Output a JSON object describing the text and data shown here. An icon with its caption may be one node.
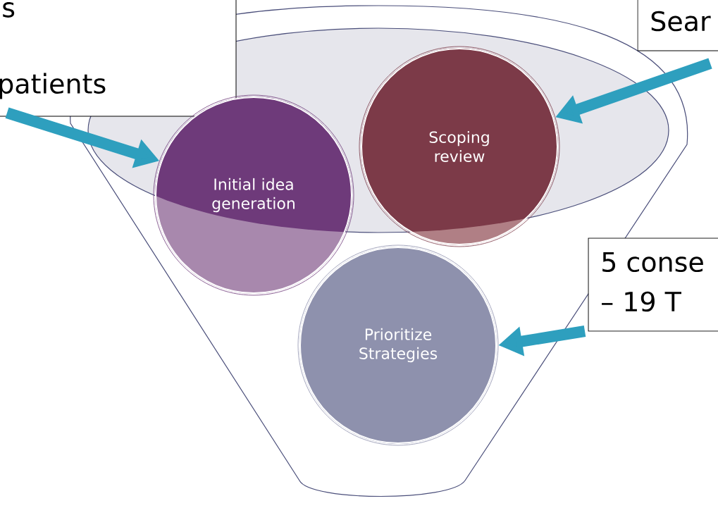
{
  "diagram": {
    "nodes": [
      {
        "text": [
          "s",
          "patients"
        ]
      },
      {
        "text": [
          "Sear"
        ]
      },
      {
        "text": [
          "5 conse",
          "– 19 T"
        ]
      },
      {
        "text": [
          "Initial idea generation"
        ]
      },
      {
        "text": [
          "Scoping review"
        ]
      },
      {
        "text": [
          "Prioritize Strategies"
        ]
      }
    ],
    "edges": [
      {
        "from": 0,
        "to": 3,
        "arrow": "to"
      },
      {
        "from": 1,
        "to": 4,
        "arrow": "to"
      },
      {
        "from": 2,
        "to": 5,
        "arrow": "to"
      }
    ]
  }
}
